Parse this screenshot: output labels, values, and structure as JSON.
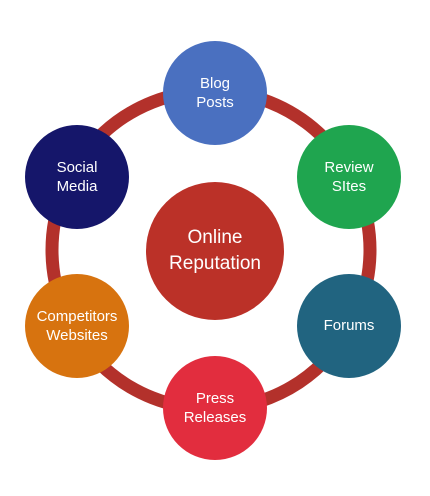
{
  "ring": {
    "color": "#b3312b"
  },
  "center": {
    "lines": [
      "Online",
      "Reputation"
    ],
    "color": "#bb3128"
  },
  "nodes": [
    {
      "id": "blog-posts",
      "lines": [
        "Blog",
        "Posts"
      ],
      "color": "#4a70c0"
    },
    {
      "id": "review-sites",
      "lines": [
        "Review",
        "SItes"
      ],
      "color": "#1fa54f"
    },
    {
      "id": "forums",
      "lines": [
        "Forums"
      ],
      "color": "#216480"
    },
    {
      "id": "press-releases",
      "lines": [
        "Press",
        "Releases"
      ],
      "color": "#e22d3e"
    },
    {
      "id": "competitors-websites",
      "lines": [
        "Competitors",
        "Websites"
      ],
      "color": "#d7730f"
    },
    {
      "id": "social-media",
      "lines": [
        "Social",
        "Media"
      ],
      "color": "#15166a"
    }
  ]
}
